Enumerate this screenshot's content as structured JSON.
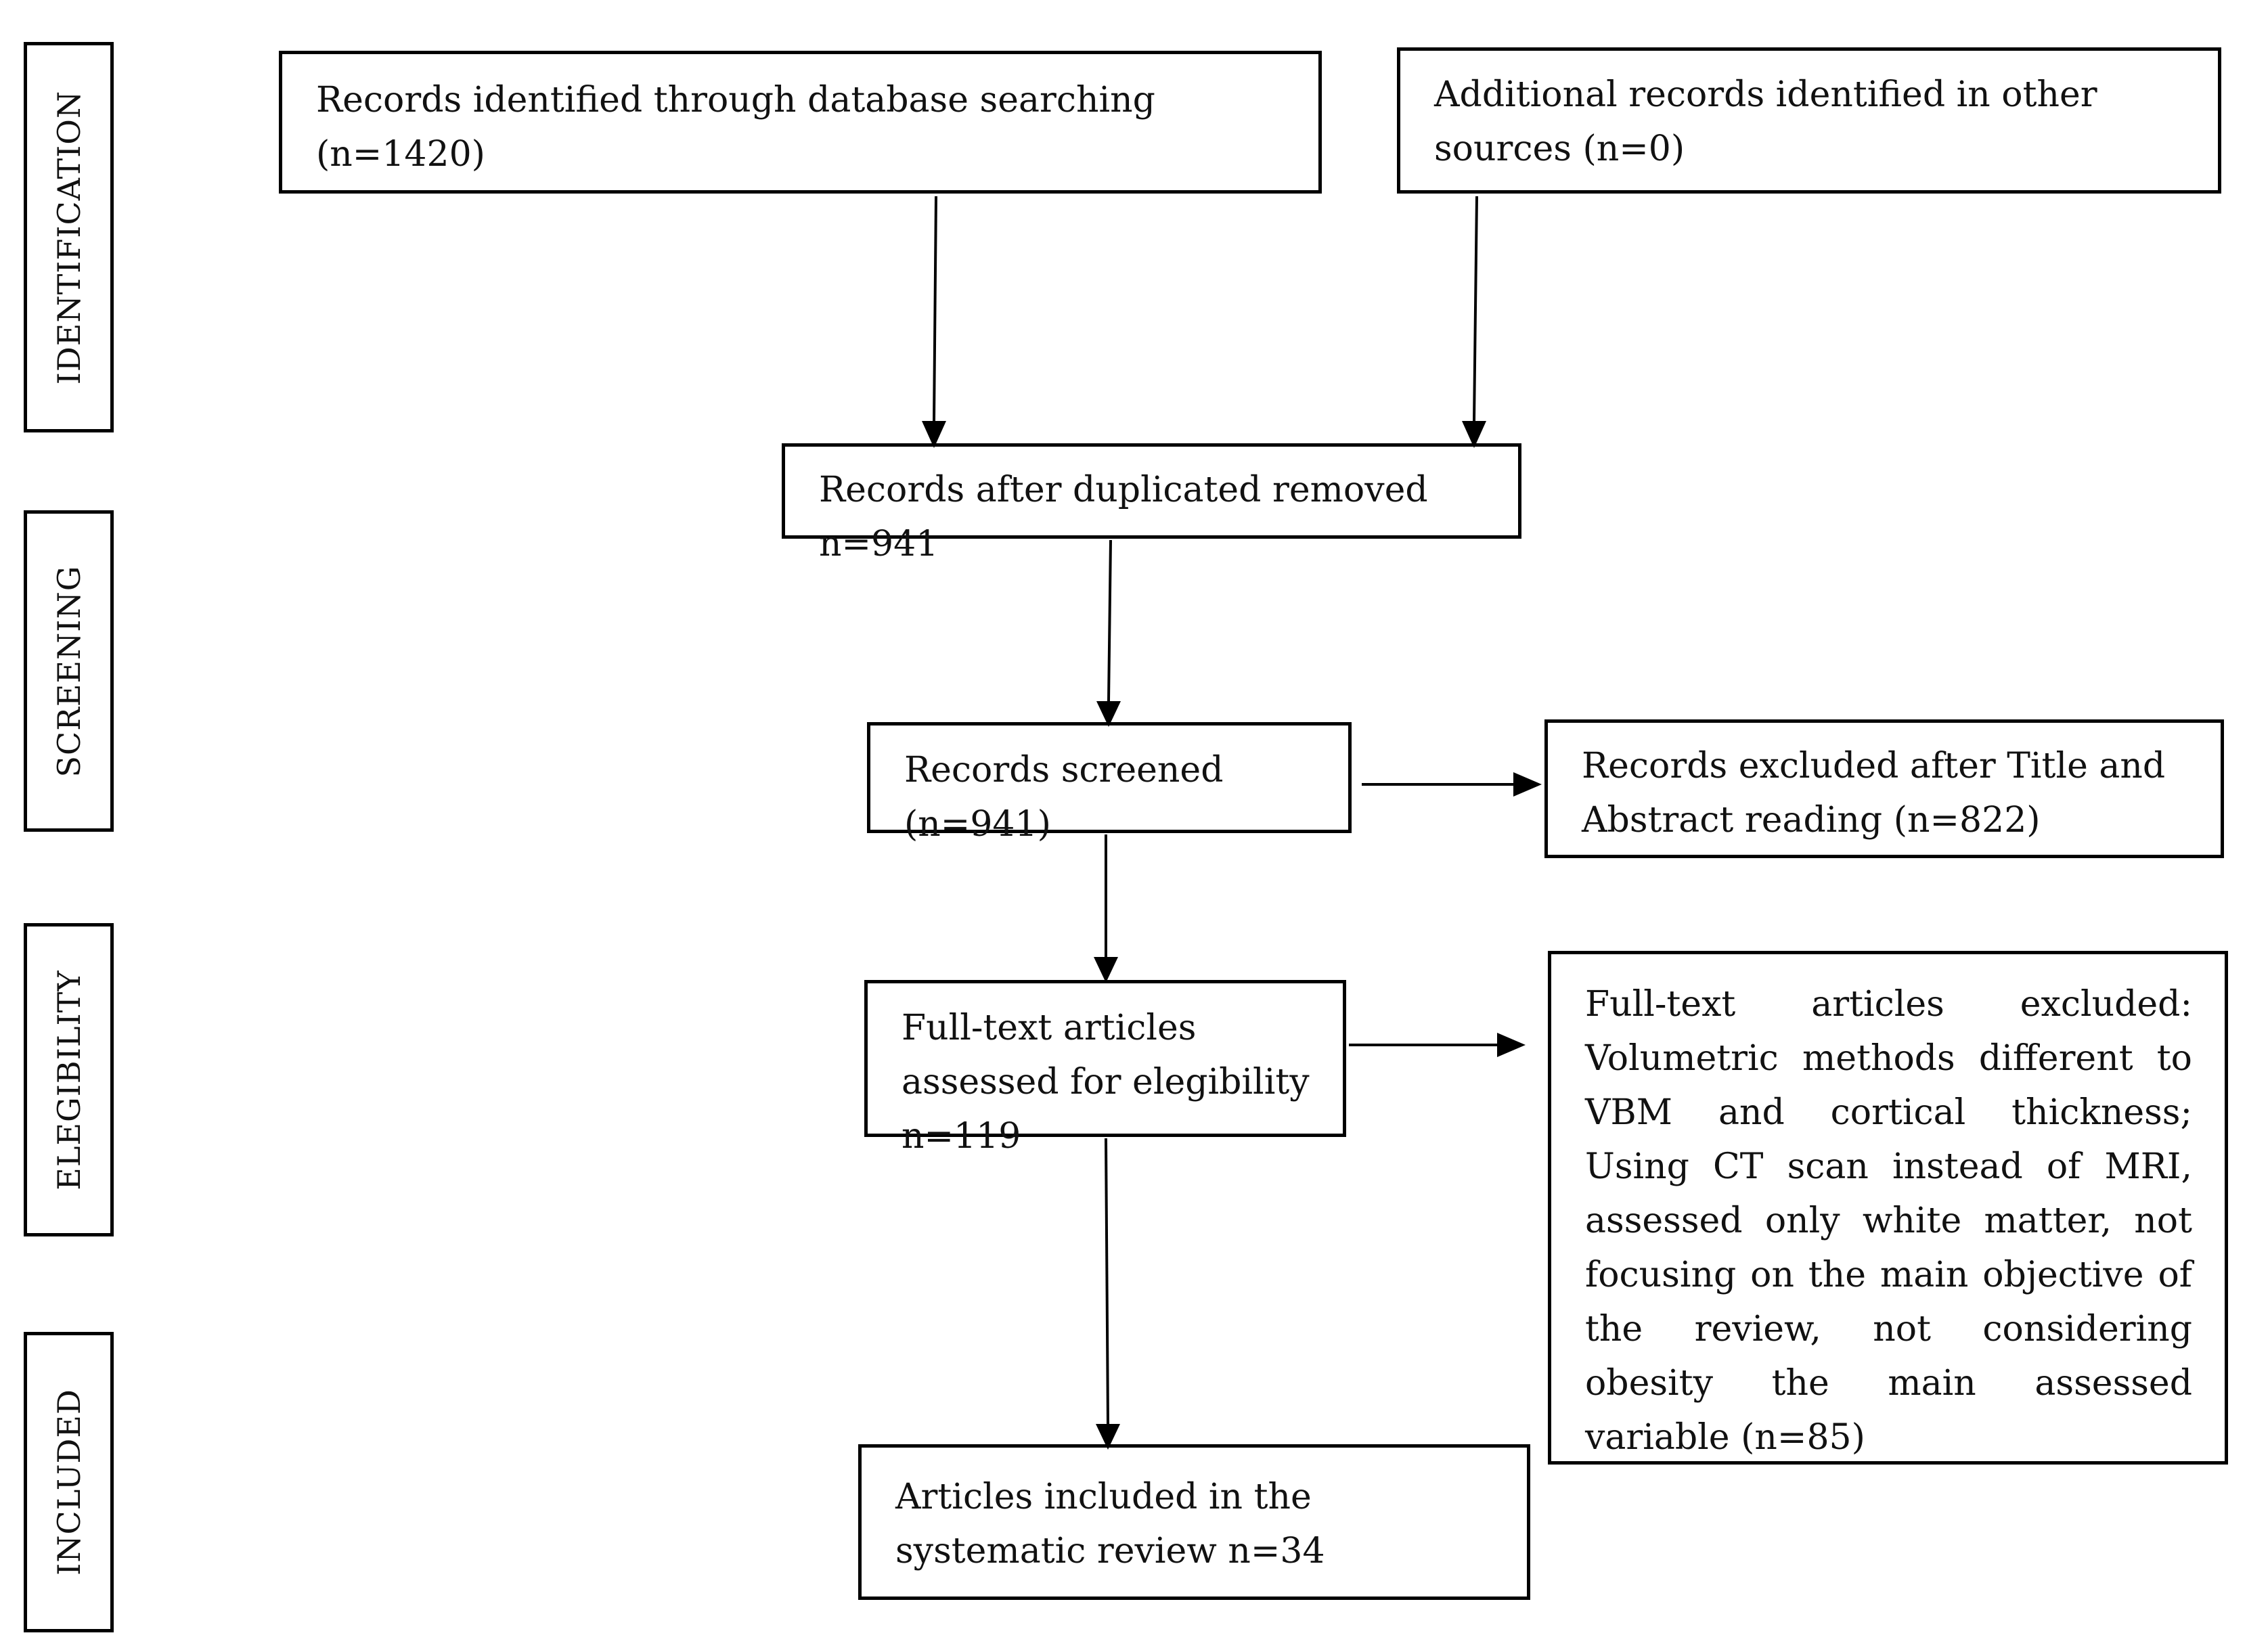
{
  "stages": {
    "identification": "IDENTIFICATION",
    "screening": "SCREENING",
    "eligibility": "ELEGIBILITY",
    "included": "INCLUDED"
  },
  "boxes": {
    "database_records": "Records identified through database searching (n=1420)",
    "additional_records": "Additional records identified in other sources (n=0)",
    "after_duplicates": "Records after duplicated removed n=941",
    "screened": "Records screened (n=941)",
    "excluded_title_abstract": "Records excluded after Title and Abstract reading (n=822)",
    "fulltext_assessed": "Full-text articles assessed for elegibility n=119",
    "fulltext_excluded": "Full-text articles excluded: Volumetric methods different to VBM and cortical thickness; Using CT scan instead of MRI, assessed only white matter, not focusing on the main objective of the review, not considering obesity the main assessed variable (n=85)",
    "included_articles": "Articles included in the systematic review n=34"
  },
  "colors": {
    "stroke": "#000000",
    "text": "#111111",
    "background": "#ffffff"
  }
}
